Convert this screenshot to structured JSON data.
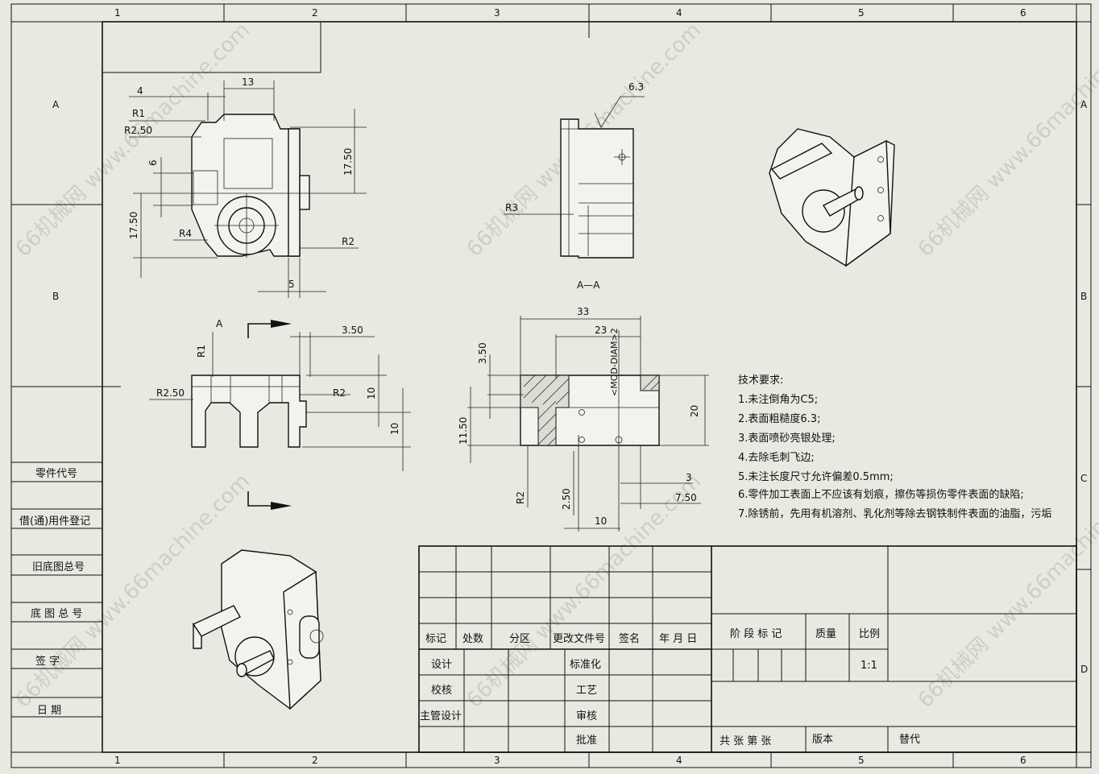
{
  "border": {
    "col_labels": [
      "1",
      "2",
      "3",
      "4",
      "5",
      "6"
    ],
    "row_labels": [
      "A",
      "B",
      "C",
      "D"
    ]
  },
  "left_column": {
    "part_code": "零件代号",
    "borrowed_register": "借(通)用件登记",
    "old_base_number": "旧底图总号",
    "base_number": "底 图 总 号",
    "signature": "签 字",
    "date": "日 期"
  },
  "dims_top_left": {
    "d4": "4",
    "d13": "13",
    "r1": "R1",
    "r250": "R2.50",
    "d6": "6",
    "d1750a": "17.50",
    "d1750b": "17.50",
    "r4": "R4",
    "r2": "R2",
    "d5": "5"
  },
  "view_a_label": "A",
  "dims_front": {
    "r1": "R1",
    "d350": "3.50",
    "r250": "R2.50",
    "r2": "R2",
    "d10a": "10",
    "d10b": "10"
  },
  "section": {
    "surface": "6.3",
    "r3": "R3",
    "label": "A—A",
    "d33": "33",
    "d23": "23",
    "m": "<MOD-DIAM>2",
    "d350": "3.50",
    "d1150": "11.50",
    "d20": "20",
    "d3": "3",
    "d750": "7.50",
    "r2": "R2",
    "d250": "2.50",
    "d10": "10"
  },
  "tech_req": {
    "title": "技术要求:",
    "items": [
      "1.未注倒角为C5;",
      "2.表面粗糙度6.3;",
      "3.表面喷砂亮银处理;",
      "4.去除毛刺飞边;",
      "5.未注长度尺寸允许偏差0.5mm;",
      "6.零件加工表面上不应该有划痕，擦伤等损伤零件表面的缺陷;",
      "7.除锈前，先用有机溶剂、乳化剂等除去钢铁制件表面的油脂，污垢"
    ]
  },
  "title_block": {
    "mark": "标记",
    "count": "处数",
    "zone": "分区",
    "change_doc": "更改文件号",
    "sign": "签名",
    "date": "年 月 日",
    "design": "设计",
    "standard": "标准化",
    "check": "校核",
    "process": "工艺",
    "chief": "主管设计",
    "review": "审核",
    "approve": "批准",
    "stage": "阶 段 标 记",
    "mass": "质量",
    "scale_label": "比例",
    "scale_value": "1:1",
    "sheets": "共  张  第  张",
    "version": "版本",
    "replace": "替代"
  },
  "watermarks": [
    "66机械网 www.66machine.com"
  ]
}
